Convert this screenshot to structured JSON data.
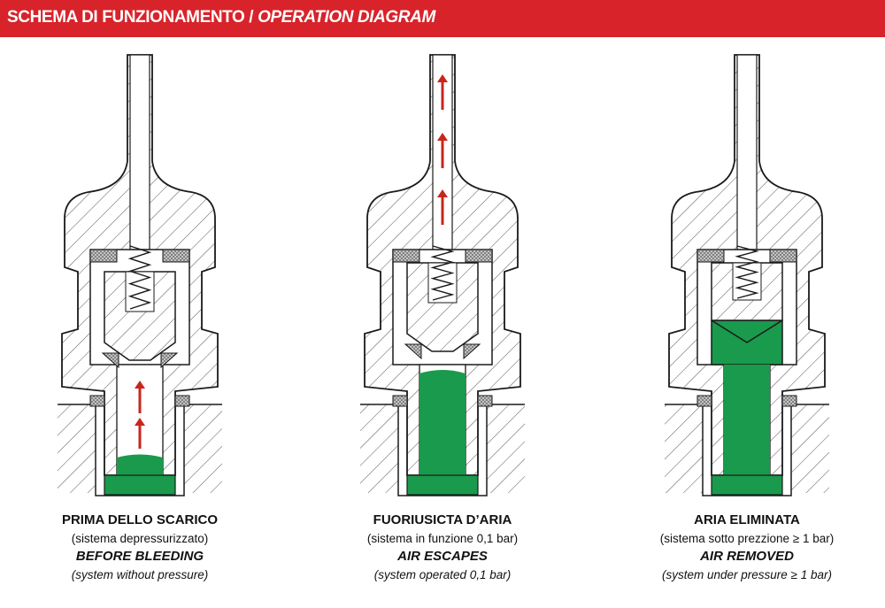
{
  "header": {
    "title_it": "SCHEMA DI FUNZIONAMENTO",
    "separator": "/",
    "title_en": "OPERATION DIAGRAM"
  },
  "colors": {
    "header_bg": "#d8232a",
    "fluid_green": "#1a9a4c",
    "arrow_red": "#c8261c",
    "outline": "#1a1a1a",
    "seal_grey": "#8a8a8a"
  },
  "panels": [
    {
      "state": "before-bleeding",
      "title_it": "PRIMA DELLO SCARICO",
      "subtitle_it": "(sistema depressurizzato)",
      "title_en": "BEFORE BLEEDING",
      "subtitle_en": "(system without pressure)"
    },
    {
      "state": "air-escapes",
      "title_it": "FUORIUSICTA D’ARIA",
      "subtitle_it": "(sistema in funzione 0,1 bar)",
      "title_en": "AIR ESCAPES",
      "subtitle_en": "(system operated 0,1 bar)"
    },
    {
      "state": "air-removed",
      "title_it": "ARIA ELIMINATA",
      "subtitle_it": "(sistema sotto prezzione ≥ 1 bar)",
      "title_en": "AIR REMOVED",
      "subtitle_en": "(system under pressure ≥ 1 bar)"
    }
  ]
}
